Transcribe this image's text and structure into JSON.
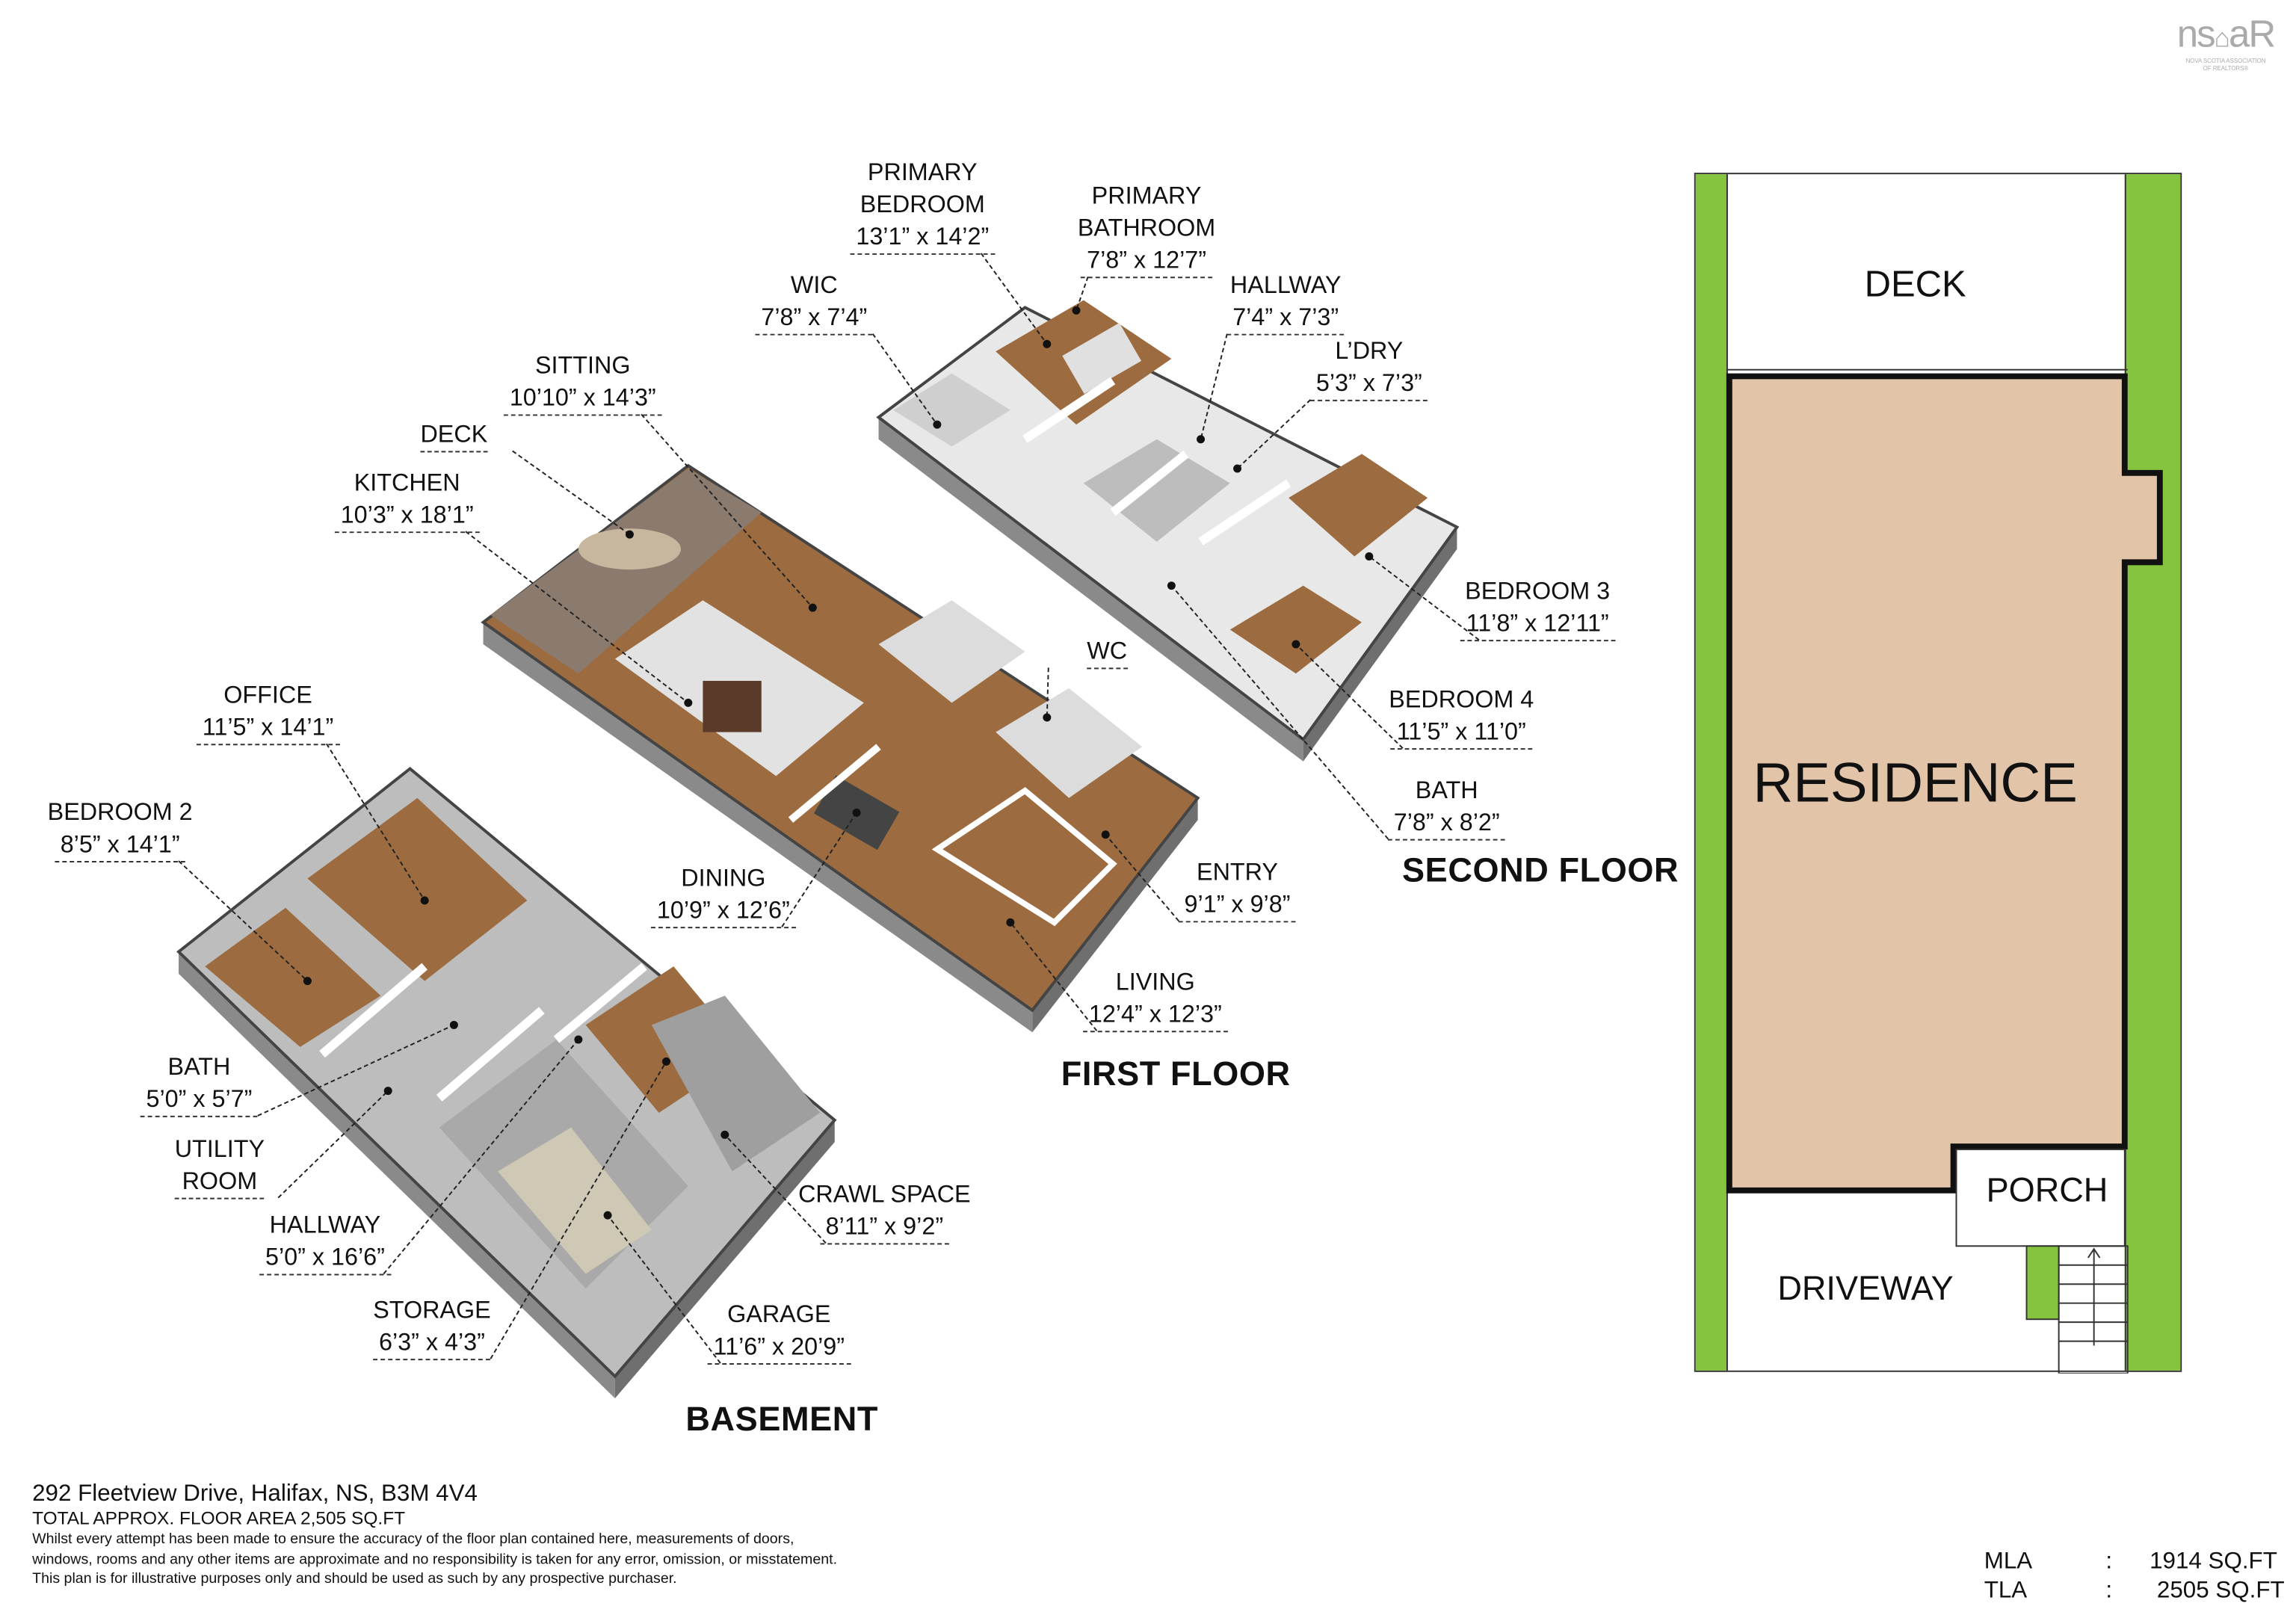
{
  "logo": {
    "text": "nsar",
    "tagline": "NOVA SCOTIA ASSOCIATION OF REALTORS"
  },
  "floors": {
    "second": "SECOND FLOOR",
    "first": "FIRST FLOOR",
    "basement": "BASEMENT"
  },
  "rooms": [
    {
      "floor": "second",
      "name": [
        "PRIMARY",
        "BEDROOM"
      ],
      "dims": "13’1” x 14’2”"
    },
    {
      "floor": "second",
      "name": [
        "PRIMARY",
        "BATHROOM"
      ],
      "dims": "7’8” x 12’7”"
    },
    {
      "floor": "second",
      "name": [
        "WIC"
      ],
      "dims": "7’8” x 7’4”"
    },
    {
      "floor": "second",
      "name": [
        "HALLWAY"
      ],
      "dims": "7’4” x 7’3”"
    },
    {
      "floor": "second",
      "name": [
        "L’DRY"
      ],
      "dims": "5’3” x 7’3”"
    },
    {
      "floor": "second",
      "name": [
        "BEDROOM 3"
      ],
      "dims": "11’8” x 12’11”"
    },
    {
      "floor": "second",
      "name": [
        "BEDROOM 4"
      ],
      "dims": "11’5” x 11’0”"
    },
    {
      "floor": "second",
      "name": [
        "BATH"
      ],
      "dims": "7’8” x 8’2”"
    },
    {
      "floor": "first",
      "name": [
        "SITTING"
      ],
      "dims": "10’10” x 14’3”"
    },
    {
      "floor": "first",
      "name": [
        "DECK"
      ],
      "dims": ""
    },
    {
      "floor": "first",
      "name": [
        "KITCHEN"
      ],
      "dims": "10’3” x 18’1”"
    },
    {
      "floor": "first",
      "name": [
        "WC"
      ],
      "dims": ""
    },
    {
      "floor": "first",
      "name": [
        "DINING"
      ],
      "dims": "10’9” x 12’6”"
    },
    {
      "floor": "first",
      "name": [
        "ENTRY"
      ],
      "dims": "9’1” x 9’8”"
    },
    {
      "floor": "first",
      "name": [
        "LIVING"
      ],
      "dims": "12’4” x 12’3”"
    },
    {
      "floor": "basement",
      "name": [
        "OFFICE"
      ],
      "dims": "11’5” x 14’1”"
    },
    {
      "floor": "basement",
      "name": [
        "BEDROOM 2"
      ],
      "dims": "8’5” x 14’1”"
    },
    {
      "floor": "basement",
      "name": [
        "BATH"
      ],
      "dims": "5’0” x 5’7”"
    },
    {
      "floor": "basement",
      "name": [
        "UTILITY",
        "ROOM"
      ],
      "dims": ""
    },
    {
      "floor": "basement",
      "name": [
        "HALLWAY"
      ],
      "dims": "5’0” x 16’6”"
    },
    {
      "floor": "basement",
      "name": [
        "STORAGE"
      ],
      "dims": "6’3” x 4’3”"
    },
    {
      "floor": "basement",
      "name": [
        "CRAWL SPACE"
      ],
      "dims": "8’11” x 9’2”"
    },
    {
      "floor": "basement",
      "name": [
        "GARAGE"
      ],
      "dims": "11’6” x 20’9”"
    }
  ],
  "site_plan": {
    "deck": "DECK",
    "residence": "RESIDENCE",
    "porch": "PORCH",
    "driveway": "DRIVEWAY",
    "colors": {
      "lawn": "#86c440",
      "residence": "#e2c5a8",
      "outline": "#111111"
    }
  },
  "footer": {
    "address": "292 Fleetview Drive, Halifax, NS, B3M 4V4",
    "total_area": "TOTAL APPROX. FLOOR AREA 2,505 SQ.FT",
    "disclaimer": [
      "Whilst every attempt has been made to ensure the accuracy of the floor plan contained here, measurements of doors,",
      "windows, rooms and any other items are approximate and no responsibility is taken for any error, omission, or misstatement.",
      "This plan is for illustrative purposes only and should be used as such by any prospective purchaser."
    ]
  },
  "areas": [
    {
      "label": "MLA",
      "sep": ":",
      "value": "1914 SQ.FT"
    },
    {
      "label": "TLA",
      "sep": ":",
      "value": "2505 SQ.FT"
    }
  ],
  "colors": {
    "wood": "#9c6b3f",
    "wall": "#d9d9d9",
    "wall_dark": "#8a8a8a",
    "concrete": "#b5b5b5"
  }
}
